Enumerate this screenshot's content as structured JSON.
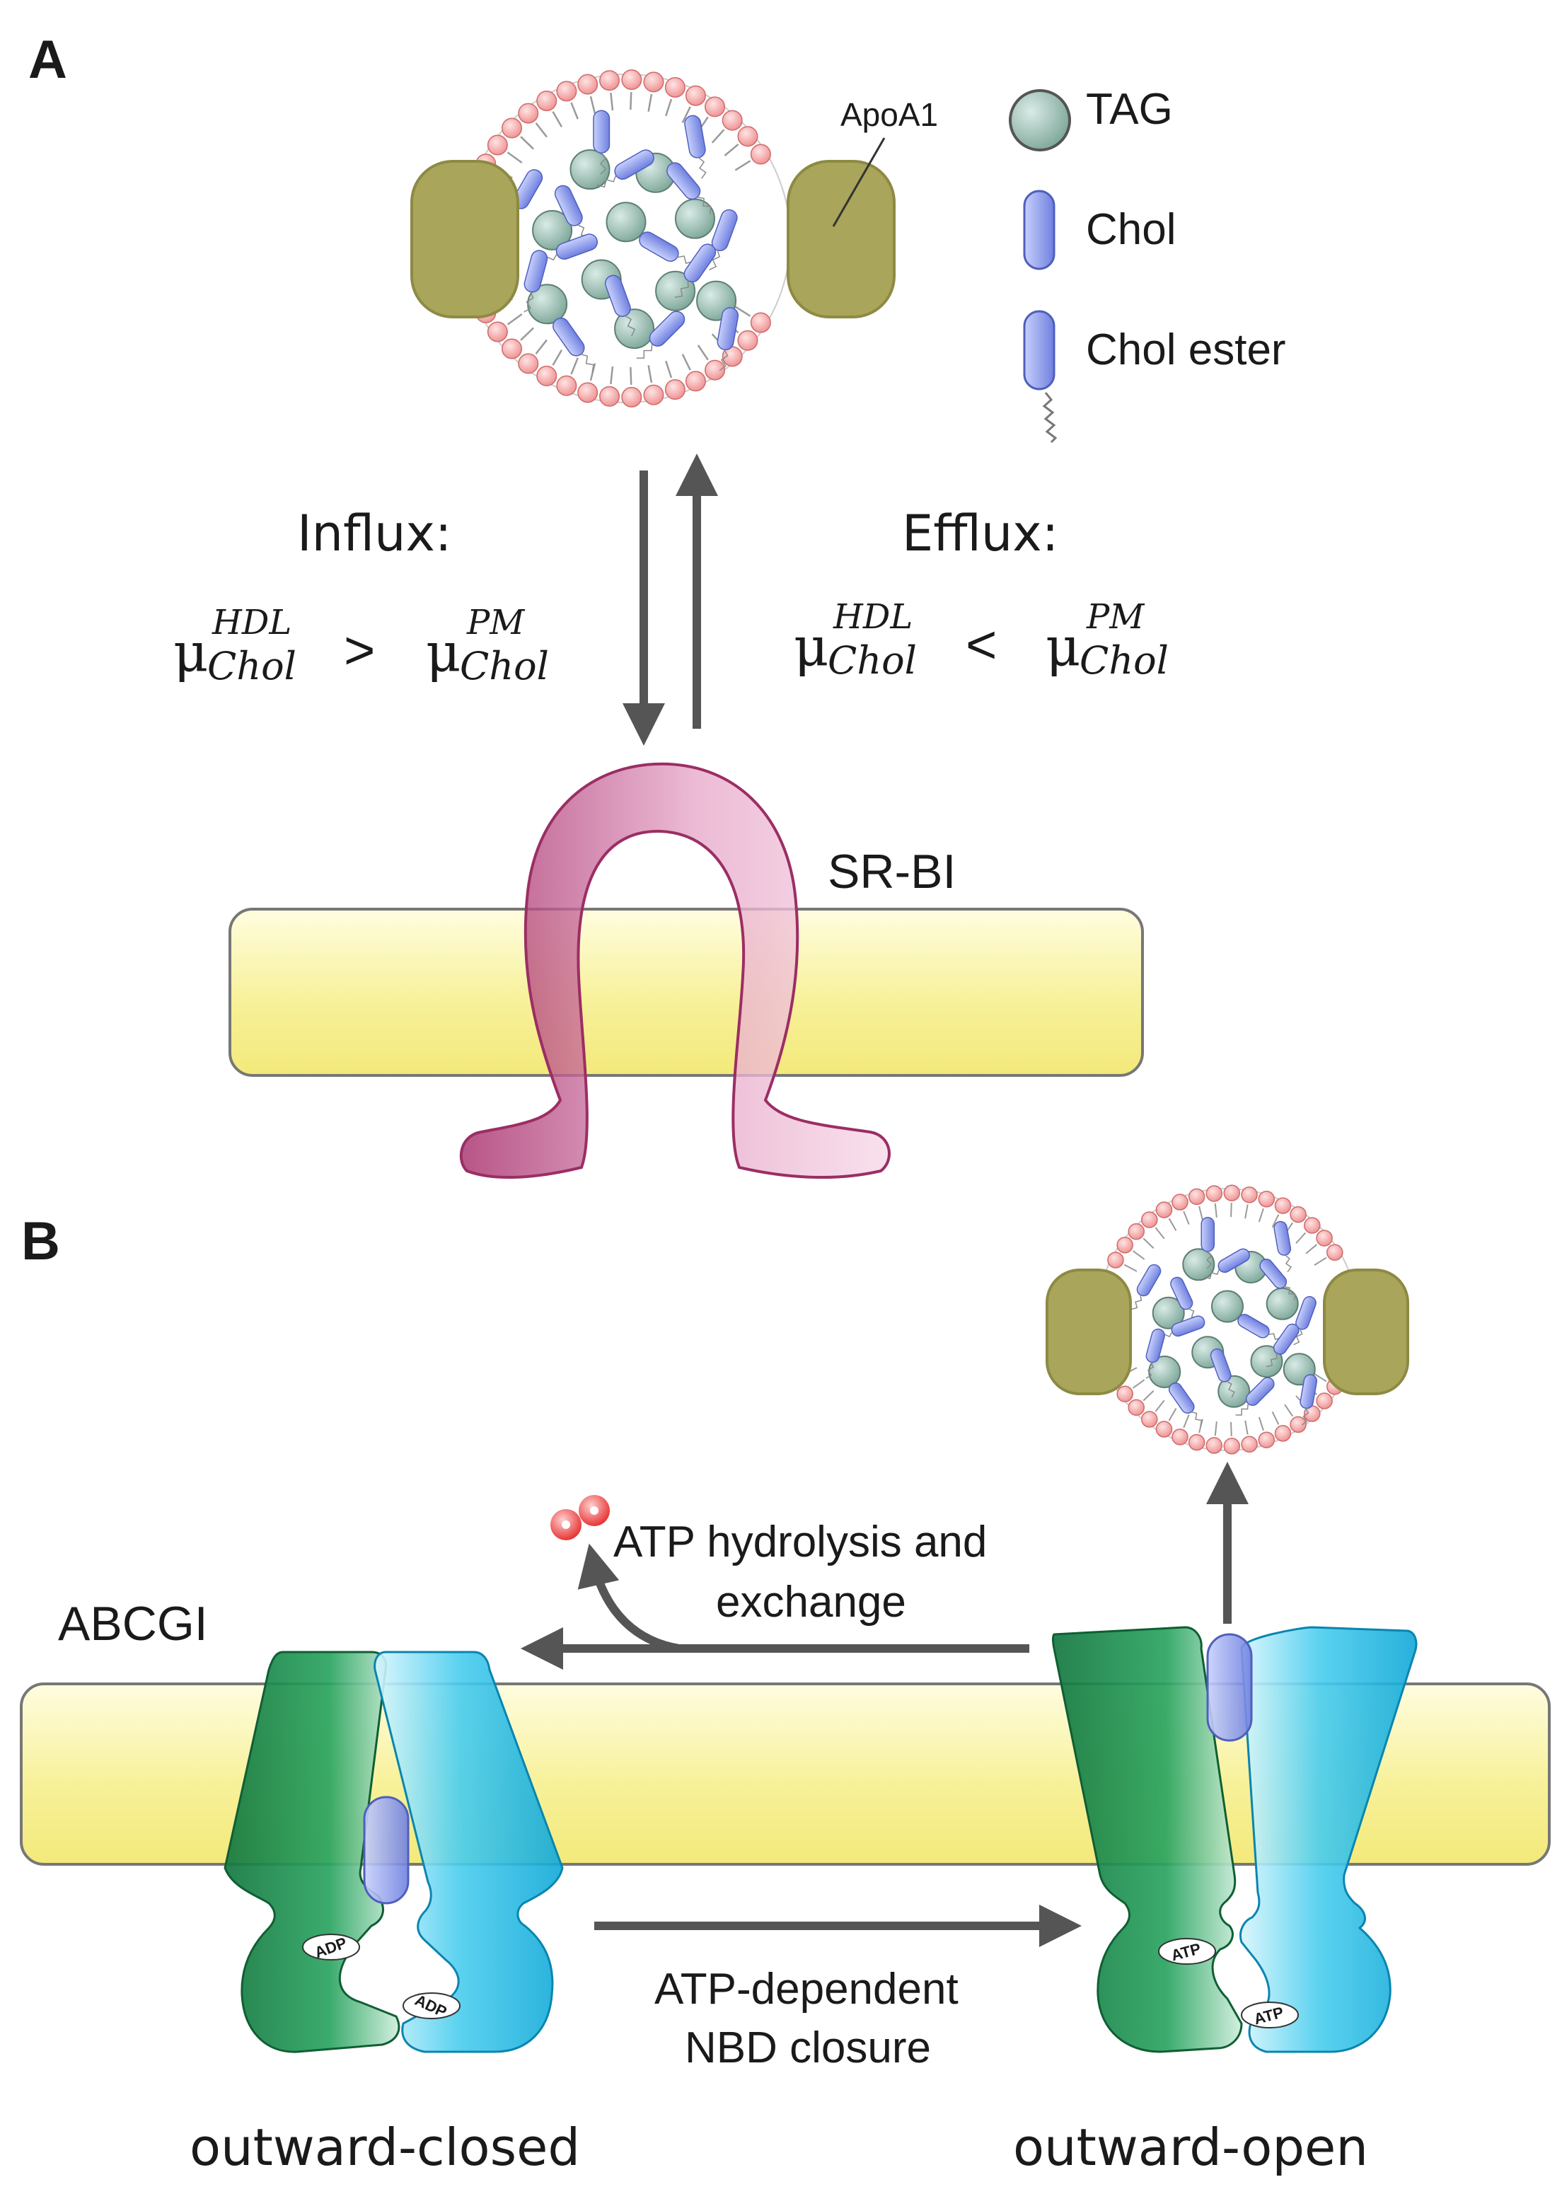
{
  "panels": {
    "a": "A",
    "b": "B"
  },
  "legend": {
    "tag": "TAG",
    "chol": "Chol",
    "chol_ester": "Chol ester"
  },
  "labels": {
    "apoa1": "ApoA1",
    "influx": "Influx:",
    "efflux": "Efflux:",
    "sr_bi": "SR-BI",
    "abcgi": "ABCGI"
  },
  "equations": {
    "symbol": "μ",
    "sub": "Chol",
    "sup_hdl": "HDL",
    "sup_pm": "PM",
    "influx_op": ">",
    "efflux_op": "<"
  },
  "steps": {
    "atp_hydrolysis_1": "ATP hydrolysis and",
    "atp_hydrolysis_2": "exchange",
    "closure_1": "ATP-dependent",
    "closure_2": "NBD closure"
  },
  "nucleotides": {
    "adp": "ADP",
    "atp": "ATP"
  },
  "states": {
    "closed": "outward-closed",
    "open": "outward-open"
  },
  "colors": {
    "membrane": "#f7f19a",
    "apoa1": "#a9a55a",
    "tag": "#9ebfb5",
    "chol": "#8f9ee8",
    "lipid_head": "#f3a2a2",
    "sr_bi": "#b23d79",
    "abcg1_green": "#1f8a4c",
    "abcg1_cyan": "#1ec0e8",
    "arrow": "#555555"
  }
}
